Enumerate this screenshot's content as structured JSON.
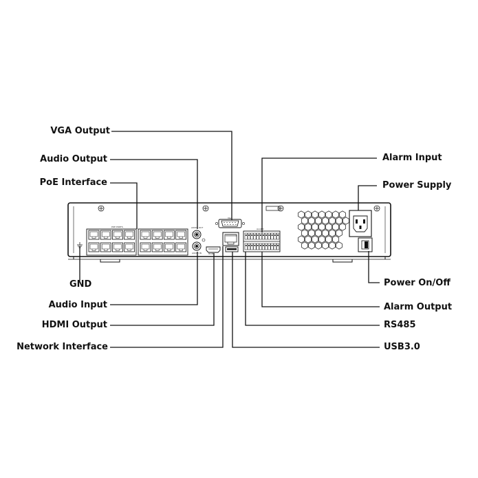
{
  "labels": {
    "vga_output": "VGA Output",
    "audio_output": "Audio Output",
    "poe_interface": "PoE Interface",
    "gnd": "GND",
    "audio_input": "Audio Input",
    "hdmi_output": "HDMI Output",
    "network_interface": "Network Interface",
    "alarm_input": "Alarm Input",
    "power_supply": "Power Supply",
    "power_on_off": "Power On/Off",
    "alarm_output": "Alarm Output",
    "rs485": "RS485",
    "usb3": "USB3.0"
  },
  "panel_text": {
    "poe_ports": "POE PORTS",
    "audio_out": "AUDIO OUT",
    "audio_in": "AUDIO IN",
    "vga": "VGA",
    "hdmi": "HDMI",
    "alarm": "ALARM"
  }
}
